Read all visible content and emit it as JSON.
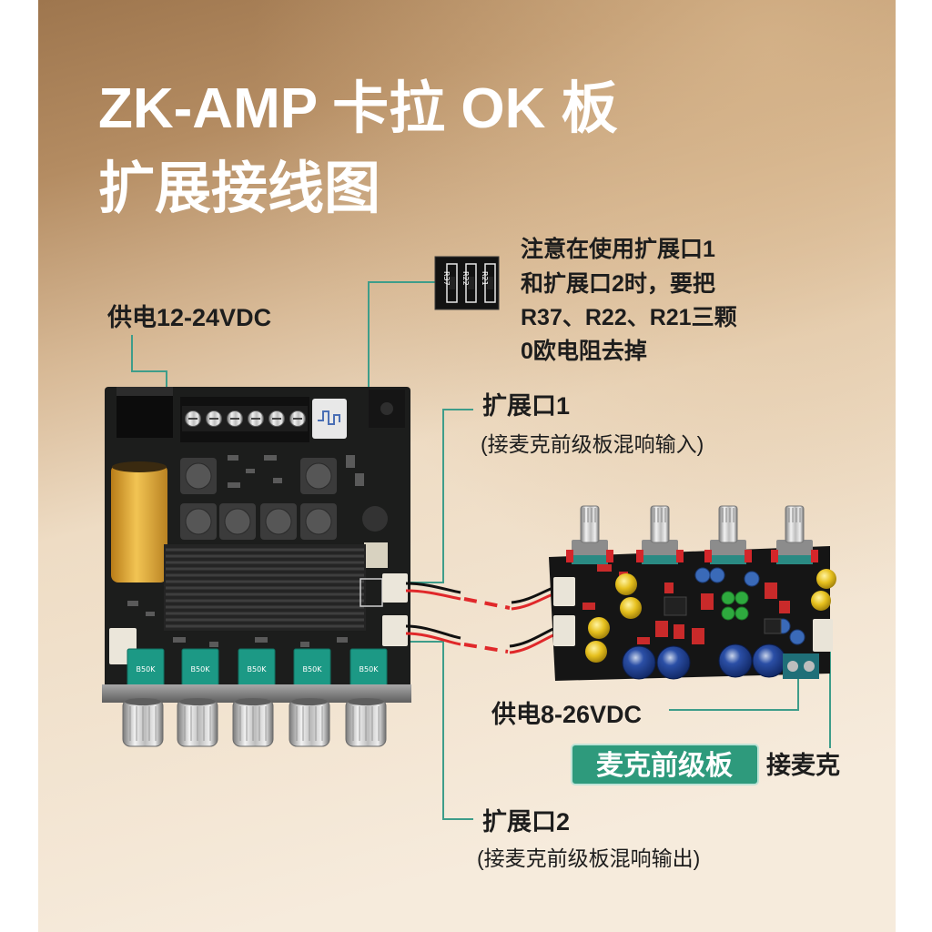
{
  "title": {
    "line1": "ZK-AMP 卡拉 OK 板",
    "line2": "扩展接线图"
  },
  "labels": {
    "power_main": "供电12-24VDC",
    "port1": "扩展口1",
    "port1_desc": "(接麦克前级板混响输入)",
    "power_mic": "供电8-26VDC",
    "mic_board": "麦克前级板",
    "mic_input": "接麦克",
    "port2": "扩展口2",
    "port2_desc": "(接麦克前级板混响输出)"
  },
  "note": {
    "lines": [
      "注意在使用扩展口1",
      "和扩展口2时，要把",
      "R37、R22、R21三颗",
      "0欧电阻去掉"
    ]
  },
  "resistor_labels": [
    "R37",
    "R22",
    "R21"
  ],
  "pot_labels": [
    "B50K",
    "B50K",
    "B50K",
    "B50K",
    "B50K"
  ],
  "colors": {
    "background_top": "#9e764e",
    "background_bottom": "#f6ebdc",
    "callout_line": "#3e9d8a",
    "badge": "#2e9a7c",
    "title_text": "#ffffff",
    "label_text": "#1d1d1d",
    "wire_red": "#e0282a"
  }
}
